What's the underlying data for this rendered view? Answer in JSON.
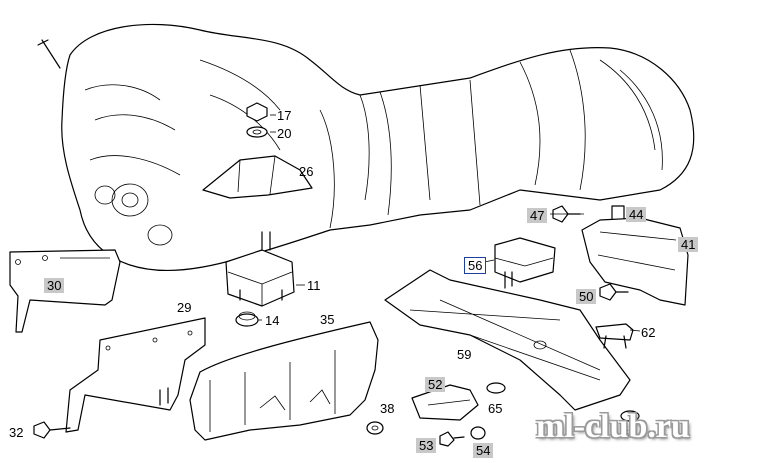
{
  "callouts": [
    {
      "id": "17",
      "style": "plain"
    },
    {
      "id": "20",
      "style": "plain"
    },
    {
      "id": "26",
      "style": "plain"
    },
    {
      "id": "11",
      "style": "plain"
    },
    {
      "id": "14",
      "style": "plain"
    },
    {
      "id": "29",
      "style": "plain"
    },
    {
      "id": "35",
      "style": "plain"
    },
    {
      "id": "30",
      "style": "boxed"
    },
    {
      "id": "32",
      "style": "plain"
    },
    {
      "id": "38",
      "style": "plain"
    },
    {
      "id": "52",
      "style": "boxed"
    },
    {
      "id": "53",
      "style": "boxed"
    },
    {
      "id": "54",
      "style": "boxed"
    },
    {
      "id": "65",
      "style": "plain"
    },
    {
      "id": "65",
      "style": "plain"
    },
    {
      "id": "59",
      "style": "plain"
    },
    {
      "id": "56",
      "style": "framed"
    },
    {
      "id": "47",
      "style": "boxed"
    },
    {
      "id": "44",
      "style": "boxed"
    },
    {
      "id": "41",
      "style": "boxed"
    },
    {
      "id": "50",
      "style": "boxed"
    },
    {
      "id": "62",
      "style": "plain"
    }
  ],
  "watermark": "ml-club.ru",
  "colors": {
    "line": "#000000",
    "callout_box": "#c8c8c8",
    "highlight_frame": "#1f3f9f",
    "watermark_outline": "#9a9a9a"
  }
}
